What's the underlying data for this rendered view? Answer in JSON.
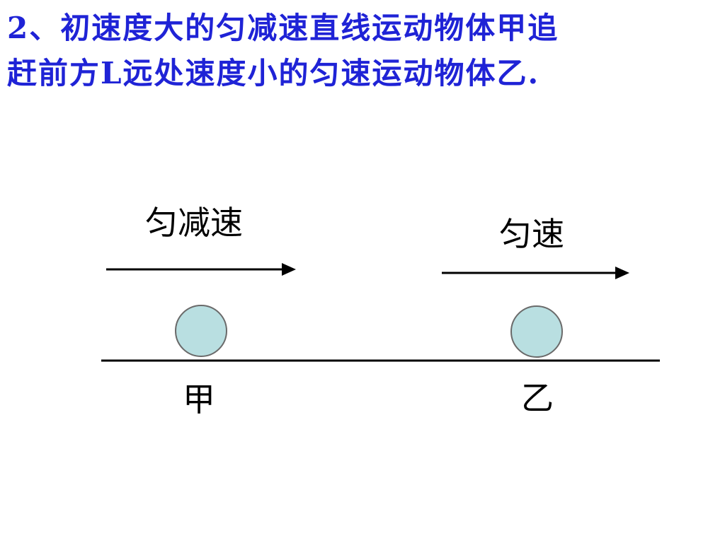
{
  "problem": {
    "line1": "2、初速度大的匀减速直线运动物体甲追",
    "line2": "赶前方L远处速度小的匀速运动物体乙."
  },
  "diagram": {
    "left_motion_label": "匀减速",
    "right_motion_label": "匀速",
    "left_object_label": "甲",
    "right_object_label": "乙",
    "colors": {
      "text_blue": "#1f23d6",
      "ball_fill": "#b9dfe1",
      "ball_stroke": "#6a6a6a",
      "line": "#000000"
    }
  }
}
